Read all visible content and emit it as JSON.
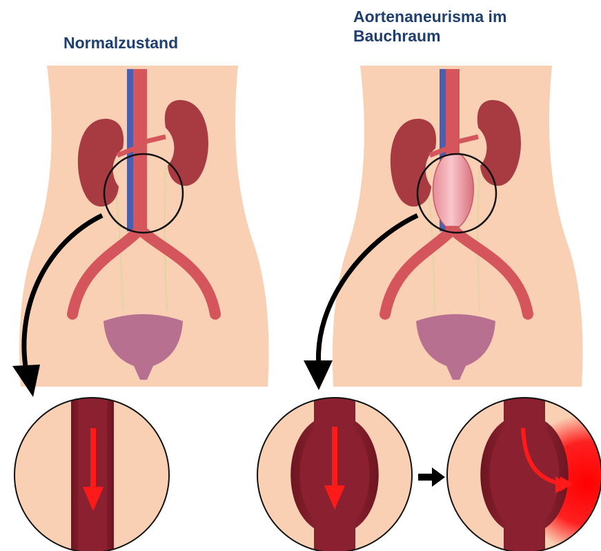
{
  "labels": {
    "normal": "Normalzustand",
    "aneurysm_line1": "Aortenaneurisma im",
    "aneurysm_line2": "Bauchraum"
  },
  "colors": {
    "label_text": "#1f3f6e",
    "skin": "#f9d0b4",
    "artery": "#d4565c",
    "artery_dark": "#8e2230",
    "vein": "#4a5fb0",
    "kidney": "#a83a42",
    "bladder": "#b7708f",
    "blood_arrow": "#ff1a1a",
    "pointer_arrow": "#000000"
  },
  "panels": [
    {
      "id": "normal",
      "state": "normal"
    },
    {
      "id": "aneurysm",
      "state": "aneurysm"
    }
  ],
  "detail_circles": [
    {
      "id": "normal-vessel",
      "state": "normal"
    },
    {
      "id": "aneurysm-vessel",
      "state": "aneurysm"
    },
    {
      "id": "ruptured-aneurysm",
      "state": "rupture"
    }
  ],
  "icons": [
    "curved-pointer-arrow-icon",
    "transition-arrow-icon",
    "blood-flow-arrow-icon"
  ]
}
